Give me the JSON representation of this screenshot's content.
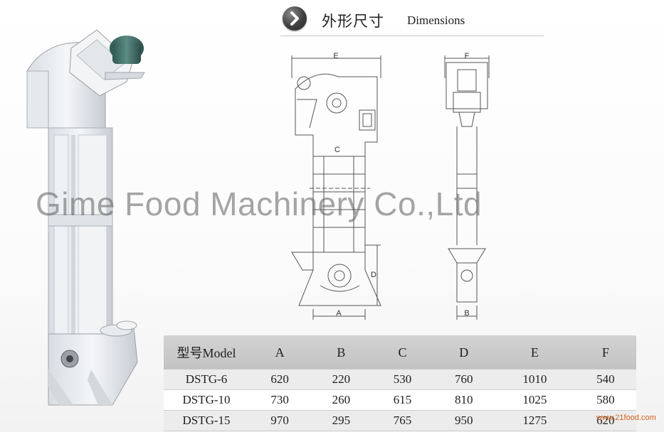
{
  "header": {
    "title_cn": "外形尺寸",
    "title_en": "Dimensions"
  },
  "drawing_labels": {
    "e": "E",
    "c": "C",
    "d": "D",
    "a": "A",
    "f": "F",
    "b": "B"
  },
  "watermark": "Gime Food Machinery Co.,Ltd",
  "table": {
    "columns": [
      "型号Model",
      "A",
      "B",
      "C",
      "D",
      "E",
      "F"
    ],
    "rows": [
      [
        "DSTG-6",
        "620",
        "220",
        "530",
        "760",
        "1010",
        "540"
      ],
      [
        "DSTG-10",
        "730",
        "260",
        "615",
        "810",
        "1025",
        "580"
      ],
      [
        "DSTG-15",
        "970",
        "295",
        "765",
        "950",
        "1275",
        "620"
      ]
    ]
  },
  "site_watermark": "www.21food.com",
  "colors": {
    "machine": "#eef0f3",
    "motor": "#3f6f6a",
    "line": "#555555",
    "site": "#d25f1a"
  }
}
